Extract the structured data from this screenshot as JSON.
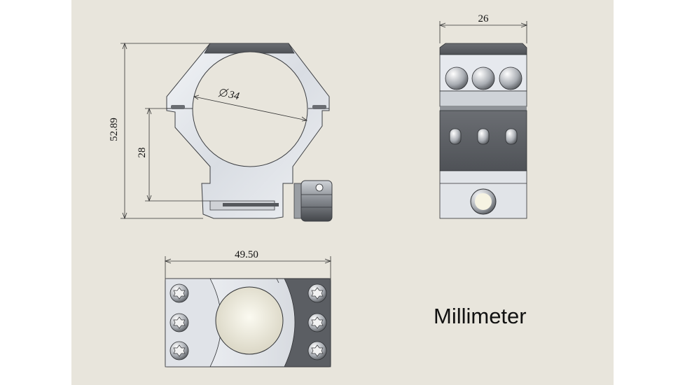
{
  "drawing": {
    "unit_label": "Millimeter",
    "dimensions": {
      "overall_height": "52.89",
      "ring_diameter": "34",
      "center_height": "28",
      "side_width": "26",
      "base_length": "49.50"
    }
  },
  "colors": {
    "sheet_background": "#e8e5dc",
    "page_margin": "#ffffff",
    "metal_light": "#e6e9ee",
    "metal_dark": "#5a5d62",
    "dimension_line": "#333333"
  },
  "views": [
    "front-view",
    "side-view",
    "top-view"
  ]
}
